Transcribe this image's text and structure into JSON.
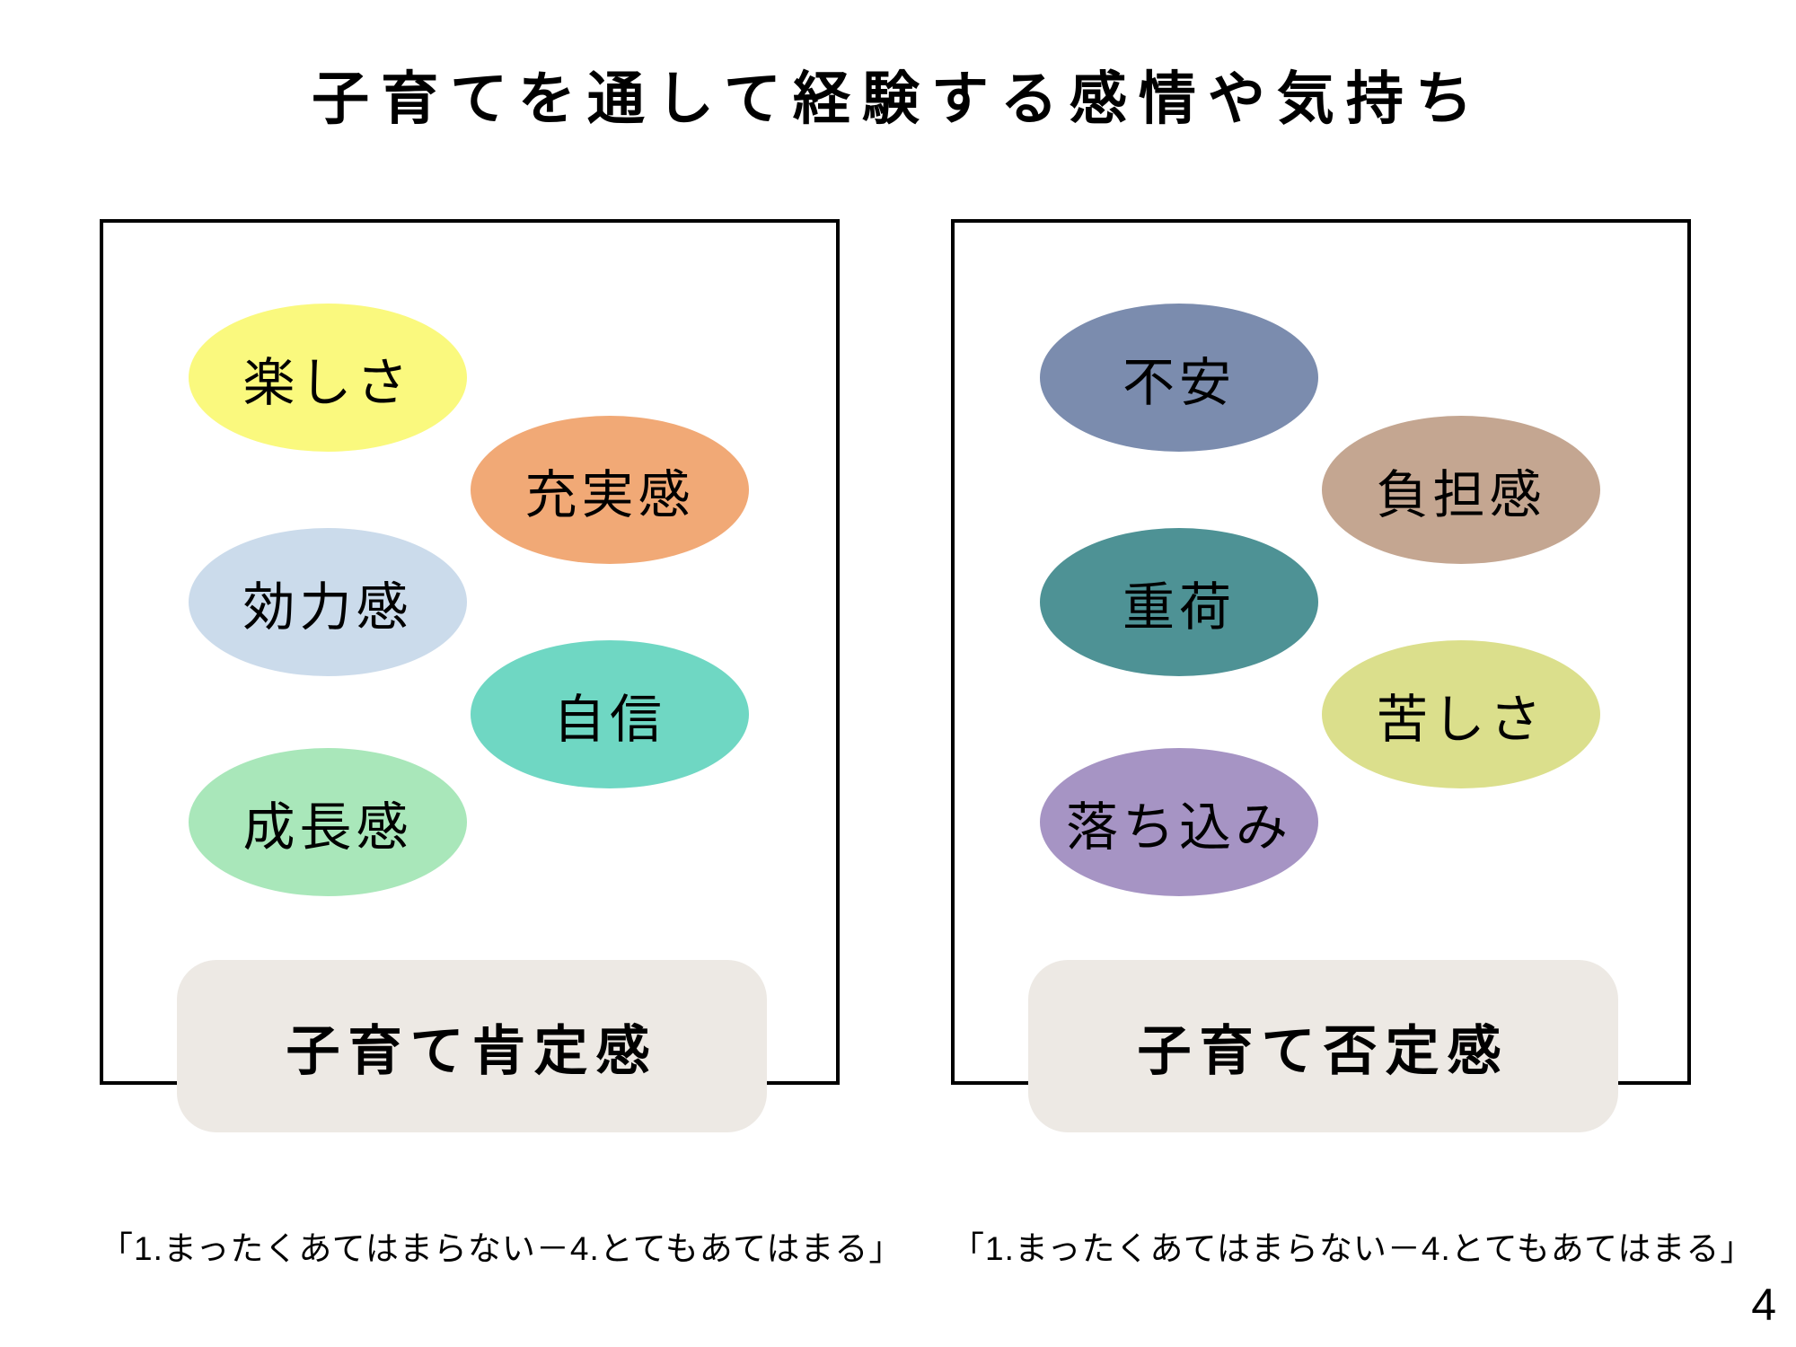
{
  "title": "子育てを通して経験する感情や気持ち",
  "page_number": "4",
  "colors": {
    "summary_bg": "#ede9e4",
    "panel_border": "#000000"
  },
  "panels": {
    "positive": {
      "bubbles": [
        {
          "label": "楽しさ",
          "color": "#faf97e"
        },
        {
          "label": "充実感",
          "color": "#f1a976"
        },
        {
          "label": "効力感",
          "color": "#cbdbeb"
        },
        {
          "label": "自信",
          "color": "#6fd7c3"
        },
        {
          "label": "成長感",
          "color": "#a9e7ba"
        }
      ],
      "summary": "子育て肯定感",
      "footnote": "「1.まったくあてはまらない－4.とてもあてはまる」"
    },
    "negative": {
      "bubbles": [
        {
          "label": "不安",
          "color": "#7b8cae"
        },
        {
          "label": "負担感",
          "color": "#c4a691"
        },
        {
          "label": "重荷",
          "color": "#4e9295"
        },
        {
          "label": "苦しさ",
          "color": "#dbdf8c"
        },
        {
          "label": "落ち込み",
          "color": "#a694c4"
        }
      ],
      "summary": "子育て否定感",
      "footnote": "「1.まったくあてはまらない－4.とてもあてはまる」"
    }
  }
}
